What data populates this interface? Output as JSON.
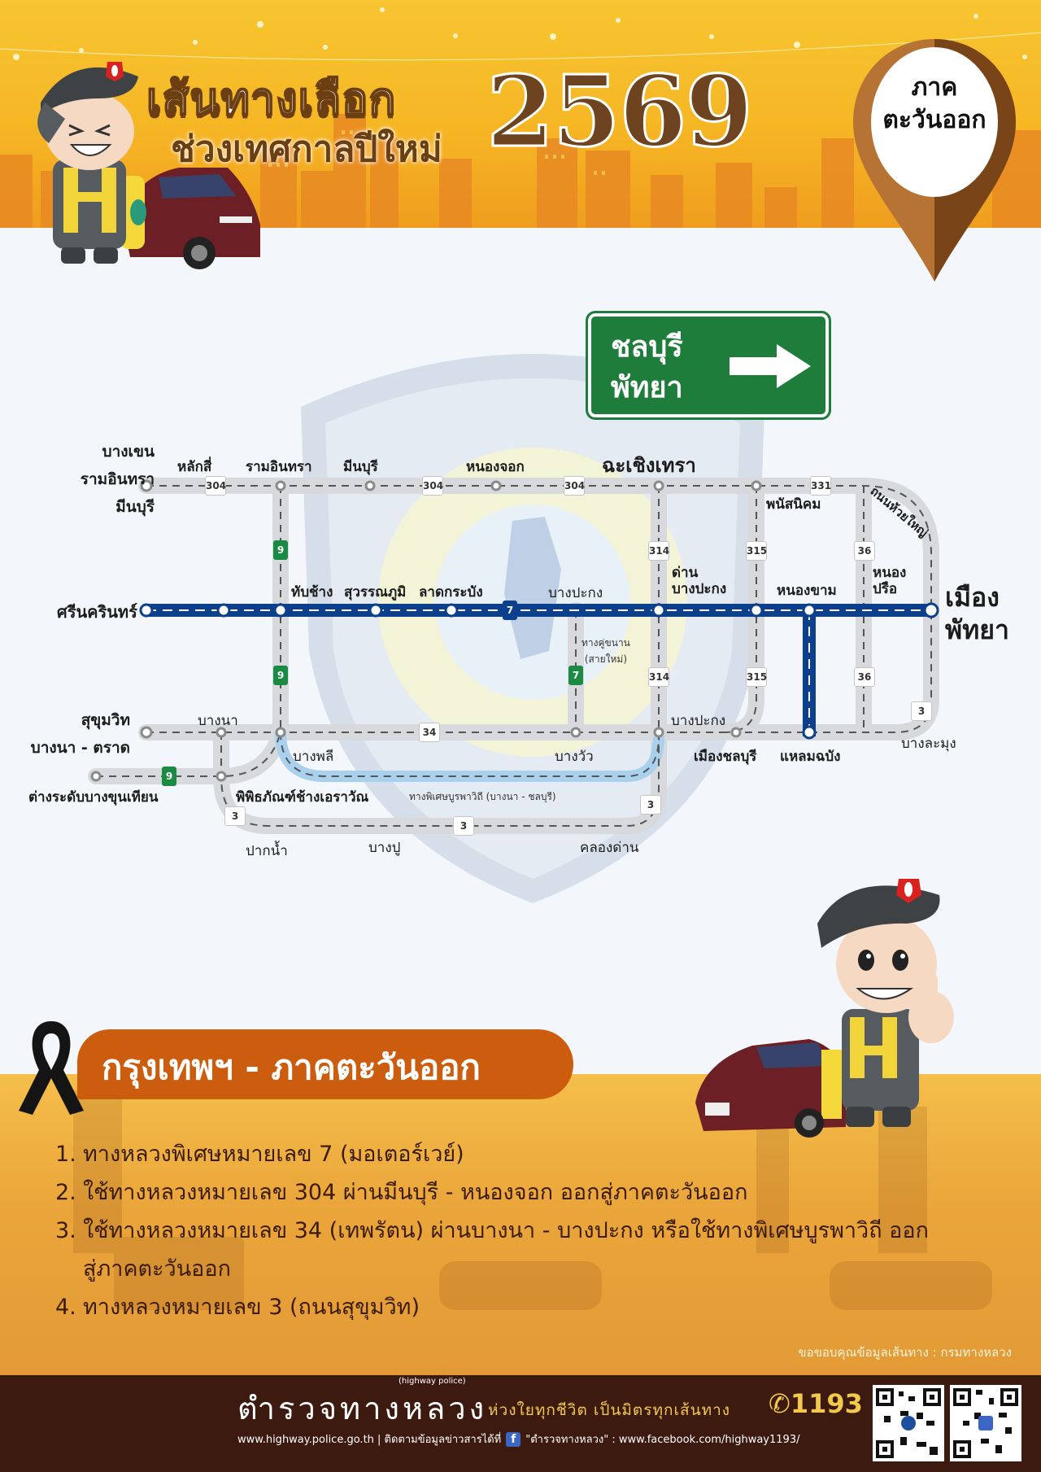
{
  "header": {
    "title_line1": "เส้นทางเลือก",
    "title_line2": "ช่วงเทศกาลปีใหม่",
    "year": "2569",
    "region_line1": "ภาค",
    "region_line2": "ตะวันออก"
  },
  "sign": {
    "line1": "ชลบุรี",
    "line2": "พัทยา",
    "arrow": "right-arrow"
  },
  "map": {
    "row_labels": {
      "top": [
        "บางเขน",
        "รามอินทรา",
        "มีนบุรี"
      ],
      "motorway": "ศรีนครินทร์",
      "sukhumvit": [
        "สุขุมวิท",
        "บางนา - ตราด"
      ],
      "interchange": "ต่างระดับบางขุนเทียน",
      "destination": [
        "เมือง",
        "พัทยา"
      ]
    },
    "places": {
      "lak_si": "หลักสี่",
      "ram_inthra": "รามอินทรา",
      "min_buri": "มีนบุรี",
      "nong_chok": "หนองจอก",
      "chachoengsao": "ฉะเชิงเทรา",
      "phanat_nikhom": "พนัสนิคม",
      "huai_yai_road": "ถนนห้วยใหญ่",
      "thap_chang": "ทับช้าง",
      "suvarnabhumi": "สุวรรณภูมิ",
      "lat_krabang": "ลาดกระบัง",
      "bang_pakong_mw": "บางปะกง",
      "dan_bang_pakong_1": "ด่าน",
      "dan_bang_pakong_2": "บางปะกง",
      "nong_kham": "หนองขาม",
      "nong_prue_1": "หนอง",
      "nong_prue_2": "ปรือ",
      "frontage_1": "ทางคู่ขนาน",
      "frontage_2": "(สายใหม่)",
      "bang_na": "บางนา",
      "bang_phli": "บางพลี",
      "bang_wua": "บางวัว",
      "bang_pakong_34": "บางปะกง",
      "mueang_chonburi": "เมืองชลบุรี",
      "laem_chabang": "แหลมฉบัง",
      "bang_lamung": "บางละมุง",
      "erawan_museum": "พิพิธภัณฑ์ช้างเอราวัณ",
      "burapha_withi": "ทางพิเศษบูรพาวิถี (บางนา - ชลบุรี)",
      "pak_nam": "ปากน้ำ",
      "bang_pu": "บางปู",
      "khlong_dan": "คลองด่าน"
    },
    "shields": {
      "r304a": "304",
      "r304b": "304",
      "r304c": "304",
      "r331": "331",
      "r314a": "314",
      "r314b": "314",
      "r315a": "315",
      "r315b": "315",
      "r36a": "36",
      "r36b": "36",
      "r34": "34",
      "r3a": "3",
      "r3b": "3",
      "r3c": "3",
      "r3d": "3",
      "m7a": "7",
      "m7b": "7",
      "m9a": "9",
      "m9b": "9",
      "m9c": "9"
    },
    "colors": {
      "motorway": "#0c3f8c",
      "road": "#d7d9dc",
      "expressway": "#a9d0ec",
      "motorway_shield": "#1b8a43"
    }
  },
  "section": {
    "title": "กรุงเทพฯ - ภาคตะวันออก",
    "routes": [
      {
        "num": "1.",
        "text": "ทางหลวงพิเศษหมายเลข 7 (มอเตอร์เวย์)"
      },
      {
        "num": "2.",
        "text": "ใช้ทางหลวงหมายเลข 304 ผ่านมีนบุรี - หนองจอก ออกสู่ภาคตะวันออก"
      },
      {
        "num": "3.",
        "text": "ใช้ทางหลวงหมายเลข 34 (เทพรัตน) ผ่านบางนา - บางปะกง หรือใช้ทางพิเศษบูรพาวิถี ออกสู่ภาคตะวันออก"
      },
      {
        "num": "4.",
        "text": "ทางหลวงหมายเลข 3 (ถนนสุขุมวิท)"
      }
    ],
    "credit": "ขอขอบคุณข้อมูลเส้นทาง : กรมทางหลวง"
  },
  "footer": {
    "small_label": "(highway police)",
    "org_name": "ตำรวจทางหลวง",
    "slogan": "ห่วงใยทุกชีวิต เป็นมิตรทุกเส้นทาง",
    "phone": "✆1193",
    "website": "www.highway.police.go.th | ติดตามข้อมูลข่าวสารได้ที่",
    "facebook_name": "\"ตำรวจทางหลวง\" : www.facebook.com/highway1193/",
    "fb_glyph": "f"
  }
}
